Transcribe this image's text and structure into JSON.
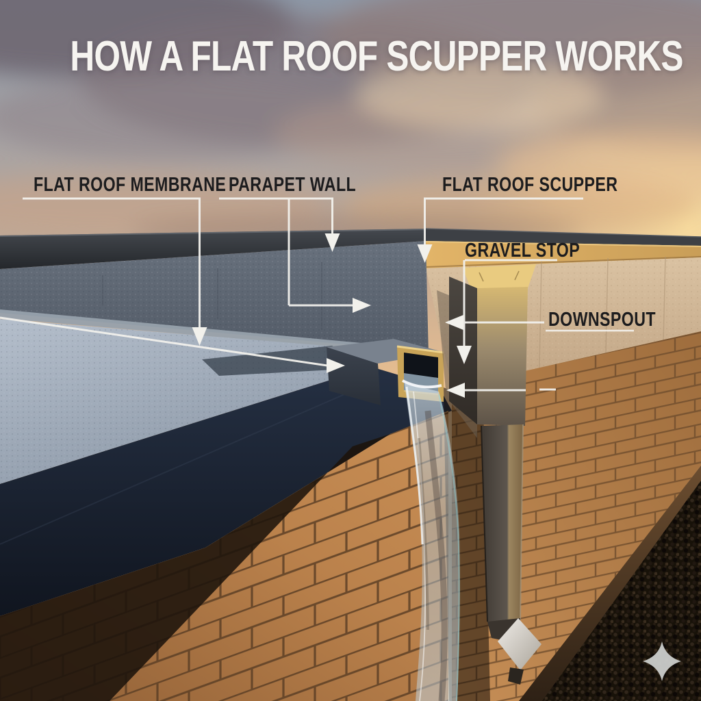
{
  "title": "HOW A FLAT ROOF SCUPPER WORKS",
  "labels": {
    "membrane": "FLAT ROOF MEMBRANE",
    "parapet": "PARAPET WALL",
    "scupper": "FLAT ROOF SCUPPER",
    "gravel_stop": "GRAVEL STOP",
    "downspout": "DOWNSPOUT"
  },
  "scene": {
    "description": "3D sunset render of a building corner: water drains from a flat roof through a parapet scupper and falls beside a metal downspout onto gravel",
    "watermark_icon": "four-point-sparkle-icon"
  },
  "colors": {
    "title_text": "#f6f4f0",
    "label_text": "#1c1c1e",
    "leader_line": "#f2f1ec",
    "sky_top": "#8e99a8",
    "sky_horizon": "#fbe6c2",
    "roof_membrane": "#a9b4c1",
    "roof_edge": "#1d2633",
    "parapet_coping": "#303438",
    "gravel_stop_fascia": "#d4a359",
    "concrete_wall": "#d3b995",
    "brick": "#bf8850",
    "mortar": "#6e4c2d",
    "water": "#c3d4de",
    "downspout_metal": "#b7a98e",
    "gravel_ground": "#181209"
  }
}
